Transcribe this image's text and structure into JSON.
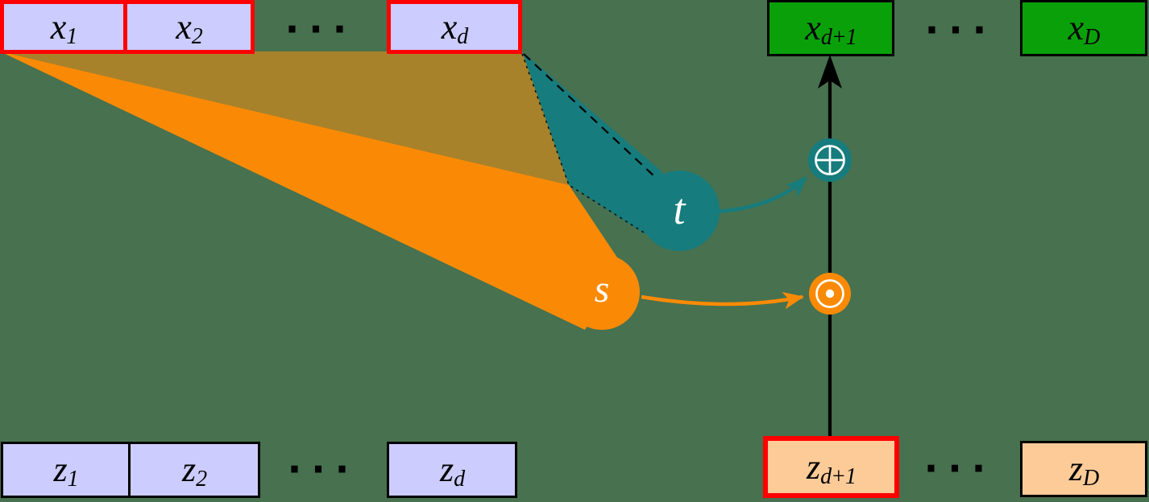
{
  "diagram_title": "coupling-layer-flow-diagram",
  "palette": {
    "background": "#47714F",
    "lavender_box": "#CCCCFF",
    "green_box": "#0AA00A",
    "peach_box": "#FCCB98",
    "red_border": "#FF0000",
    "black": "#000000",
    "teal": "#177C7D",
    "orange": "#FA8A05",
    "olive_overlap": "#A8822B",
    "white": "#FFFFFF"
  },
  "top_row": {
    "x1": {
      "main": "x",
      "sub": "1"
    },
    "x2": {
      "main": "x",
      "sub": "2"
    },
    "ellipsis_left": "···",
    "xd": {
      "main": "x",
      "sub": "d"
    },
    "xd1": {
      "main": "x",
      "sub": "d+1"
    },
    "ellipsis_right": "···",
    "xD": {
      "main": "x",
      "sub": "D"
    }
  },
  "bottom_row": {
    "z1": {
      "main": "z",
      "sub": "1"
    },
    "z2": {
      "main": "z",
      "sub": "2"
    },
    "ellipsis_left": "···",
    "zd": {
      "main": "z",
      "sub": "d"
    },
    "zd1": {
      "main": "z",
      "sub": "d+1"
    },
    "ellipsis_right": "···",
    "zD": {
      "main": "z",
      "sub": "D"
    }
  },
  "nodes": {
    "t": {
      "label": "t"
    },
    "s": {
      "label": "s"
    }
  },
  "icons": {
    "oplus_icon": "⊕",
    "odot_icon": "⊙"
  }
}
